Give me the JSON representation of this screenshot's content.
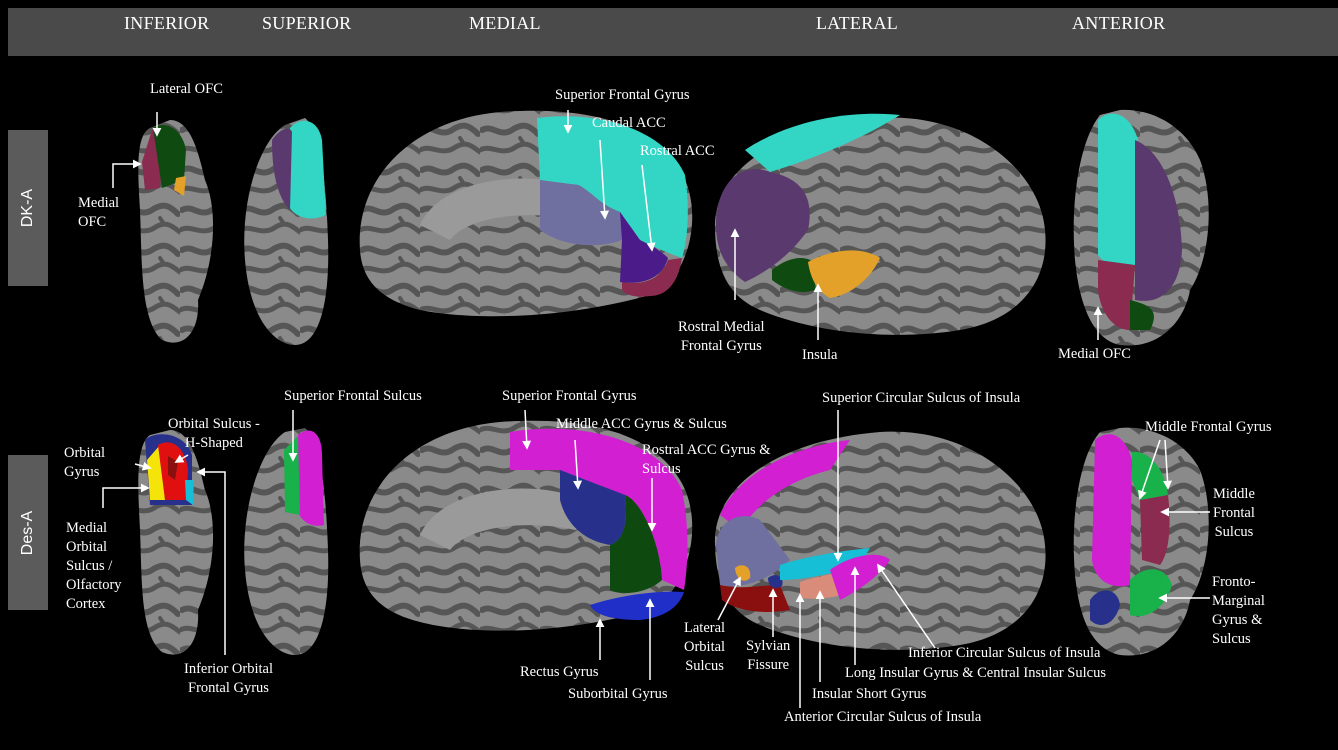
{
  "header": {
    "views": [
      "INFERIOR",
      "SUPERIOR",
      "MEDIAL",
      "LATERAL",
      "ANTERIOR"
    ]
  },
  "rows": [
    {
      "name": "DK-A",
      "labels": {
        "lateral_ofc": "Lateral OFC",
        "medial_ofc_left": "Medial\nOFC",
        "superior_frontal_gyrus": "Superior Frontal Gyrus",
        "caudal_acc": "Caudal ACC",
        "rostral_acc": "Rostral ACC",
        "rostral_medial_frontal_gyrus": "Rostral Medial\nFrontal Gyrus",
        "insula": "Insula",
        "medial_ofc_anterior": "Medial OFC"
      }
    },
    {
      "name": "Des-A",
      "labels": {
        "orbital_gyrus": "Orbital\nGyrus",
        "orbital_sulcus_h": "Orbital Sulcus -\nH-Shaped",
        "superior_frontal_sulcus": "Superior Frontal Sulcus",
        "medial_orbital_sulcus": "Medial\nOrbital\nSulcus /\nOlfactory\nCortex",
        "inferior_orbital_frontal_gyrus": "Inferior Orbital\nFrontal Gyrus",
        "superior_frontal_gyrus": "Superior Frontal Gyrus",
        "middle_acc": "Middle ACC Gyrus & Sulcus",
        "rostral_acc": "Rostral ACC Gyrus &\nSulcus",
        "rectus_gyrus": "Rectus  Gyrus",
        "suborbital_gyrus": "Suborbital Gyrus",
        "superior_circular_sulcus": "Superior Circular Sulcus of Insula",
        "lateral_orbital_sulcus": "Lateral\nOrbital\nSulcus",
        "sylvian_fissure": "Sylvian\nFissure",
        "inferior_circular_sulcus": "Inferior Circular Sulcus of Insula",
        "long_insular_gyrus": "Long Insular Gyrus & Central Insular Sulcus",
        "insular_short_gyrus": "Insular Short Gyrus",
        "anterior_circular_sulcus": "Anterior Circular Sulcus of Insula",
        "middle_frontal_gyrus": "Middle Frontal Gyrus",
        "middle_frontal_sulcus": "Middle\nFrontal\nSulcus",
        "fronto_marginal": "Fronto-\nMarginal\nGyrus &\nSulcus"
      }
    }
  ],
  "colors": {
    "background": "#000000",
    "header_bar": "#4a4a4a",
    "row_tab": "#5b5b5b",
    "cortex_light": "#8a8a8a",
    "cortex_dark": "#4f4f4f",
    "teal": "#33d6c4",
    "purple": "#5a3a6e",
    "lavender": "#6f6fa0",
    "violet": "#4b1b8a",
    "maroon": "#8a2b4f",
    "dark_green": "#0f4a10",
    "orange": "#e3a12a",
    "magenta": "#d11fd1",
    "navy": "#27318c",
    "bright_green": "#19b14a",
    "forest": "#0e4a10",
    "red": "#e01010",
    "yellow": "#f5e40a",
    "cyan": "#16bfd6",
    "blue": "#1f2fc8",
    "salmon": "#d98c7a",
    "dark_red": "#8a1010"
  }
}
